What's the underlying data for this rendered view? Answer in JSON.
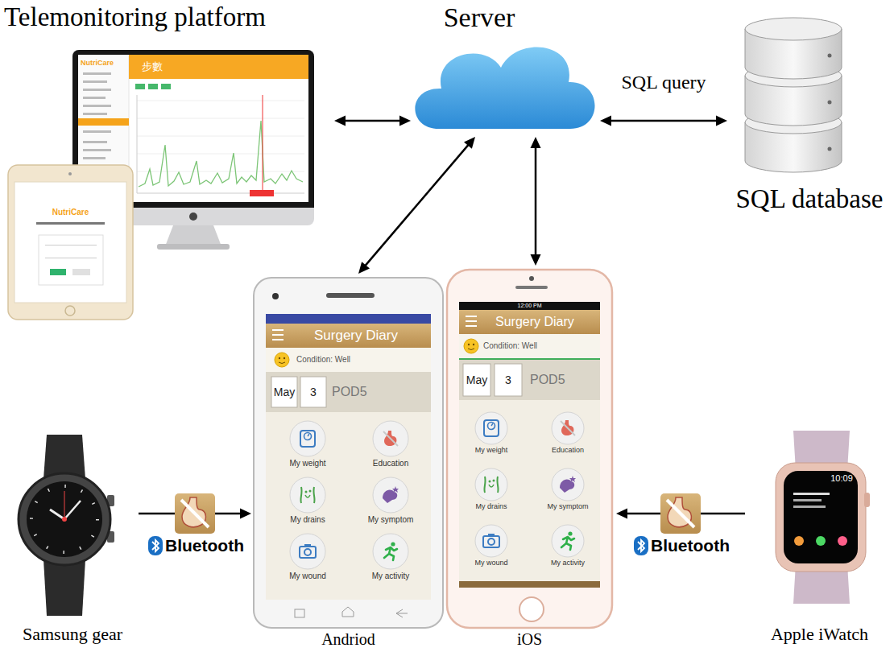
{
  "diagram": {
    "nodes": [
      {
        "text": [
          "Telemonitoring platform"
        ]
      },
      {
        "text": [
          "Server"
        ]
      },
      {
        "text": [
          "SQL database"
        ]
      },
      {
        "text": [
          "Surgery Diary",
          "Condition: Well",
          "May",
          "3",
          "POD5",
          "My weight",
          "Education",
          "My drains",
          "My symptom",
          "My wound",
          "My activity",
          "Andriod"
        ]
      },
      {
        "text": [
          "12:00 PM",
          "Surgery Diary",
          "Condition: Well",
          "May",
          "3",
          "POD5",
          "My weight",
          "Education",
          "My drains",
          "My symptom",
          "My wound",
          "My activity",
          "iOS"
        ]
      },
      {
        "text": [
          "Samsung gear"
        ]
      },
      {
        "text": [
          "10:09",
          "Apple iWatch"
        ]
      }
    ],
    "edges": [
      {
        "from": 0,
        "to": 1,
        "arrow": "both"
      },
      {
        "from": 1,
        "to": 2,
        "arrow": "both",
        "label": "SQL query"
      },
      {
        "from": 1,
        "to": 3,
        "arrow": "both"
      },
      {
        "from": 1,
        "to": 4,
        "arrow": "both"
      },
      {
        "from": 5,
        "to": 3,
        "arrow": "to",
        "label": "Bluetooth"
      },
      {
        "from": 6,
        "to": 4,
        "arrow": "to",
        "label": "Bluetooth"
      }
    ],
    "labels": [
      "NutriCare",
      "步數",
      "NutriCare"
    ]
  }
}
